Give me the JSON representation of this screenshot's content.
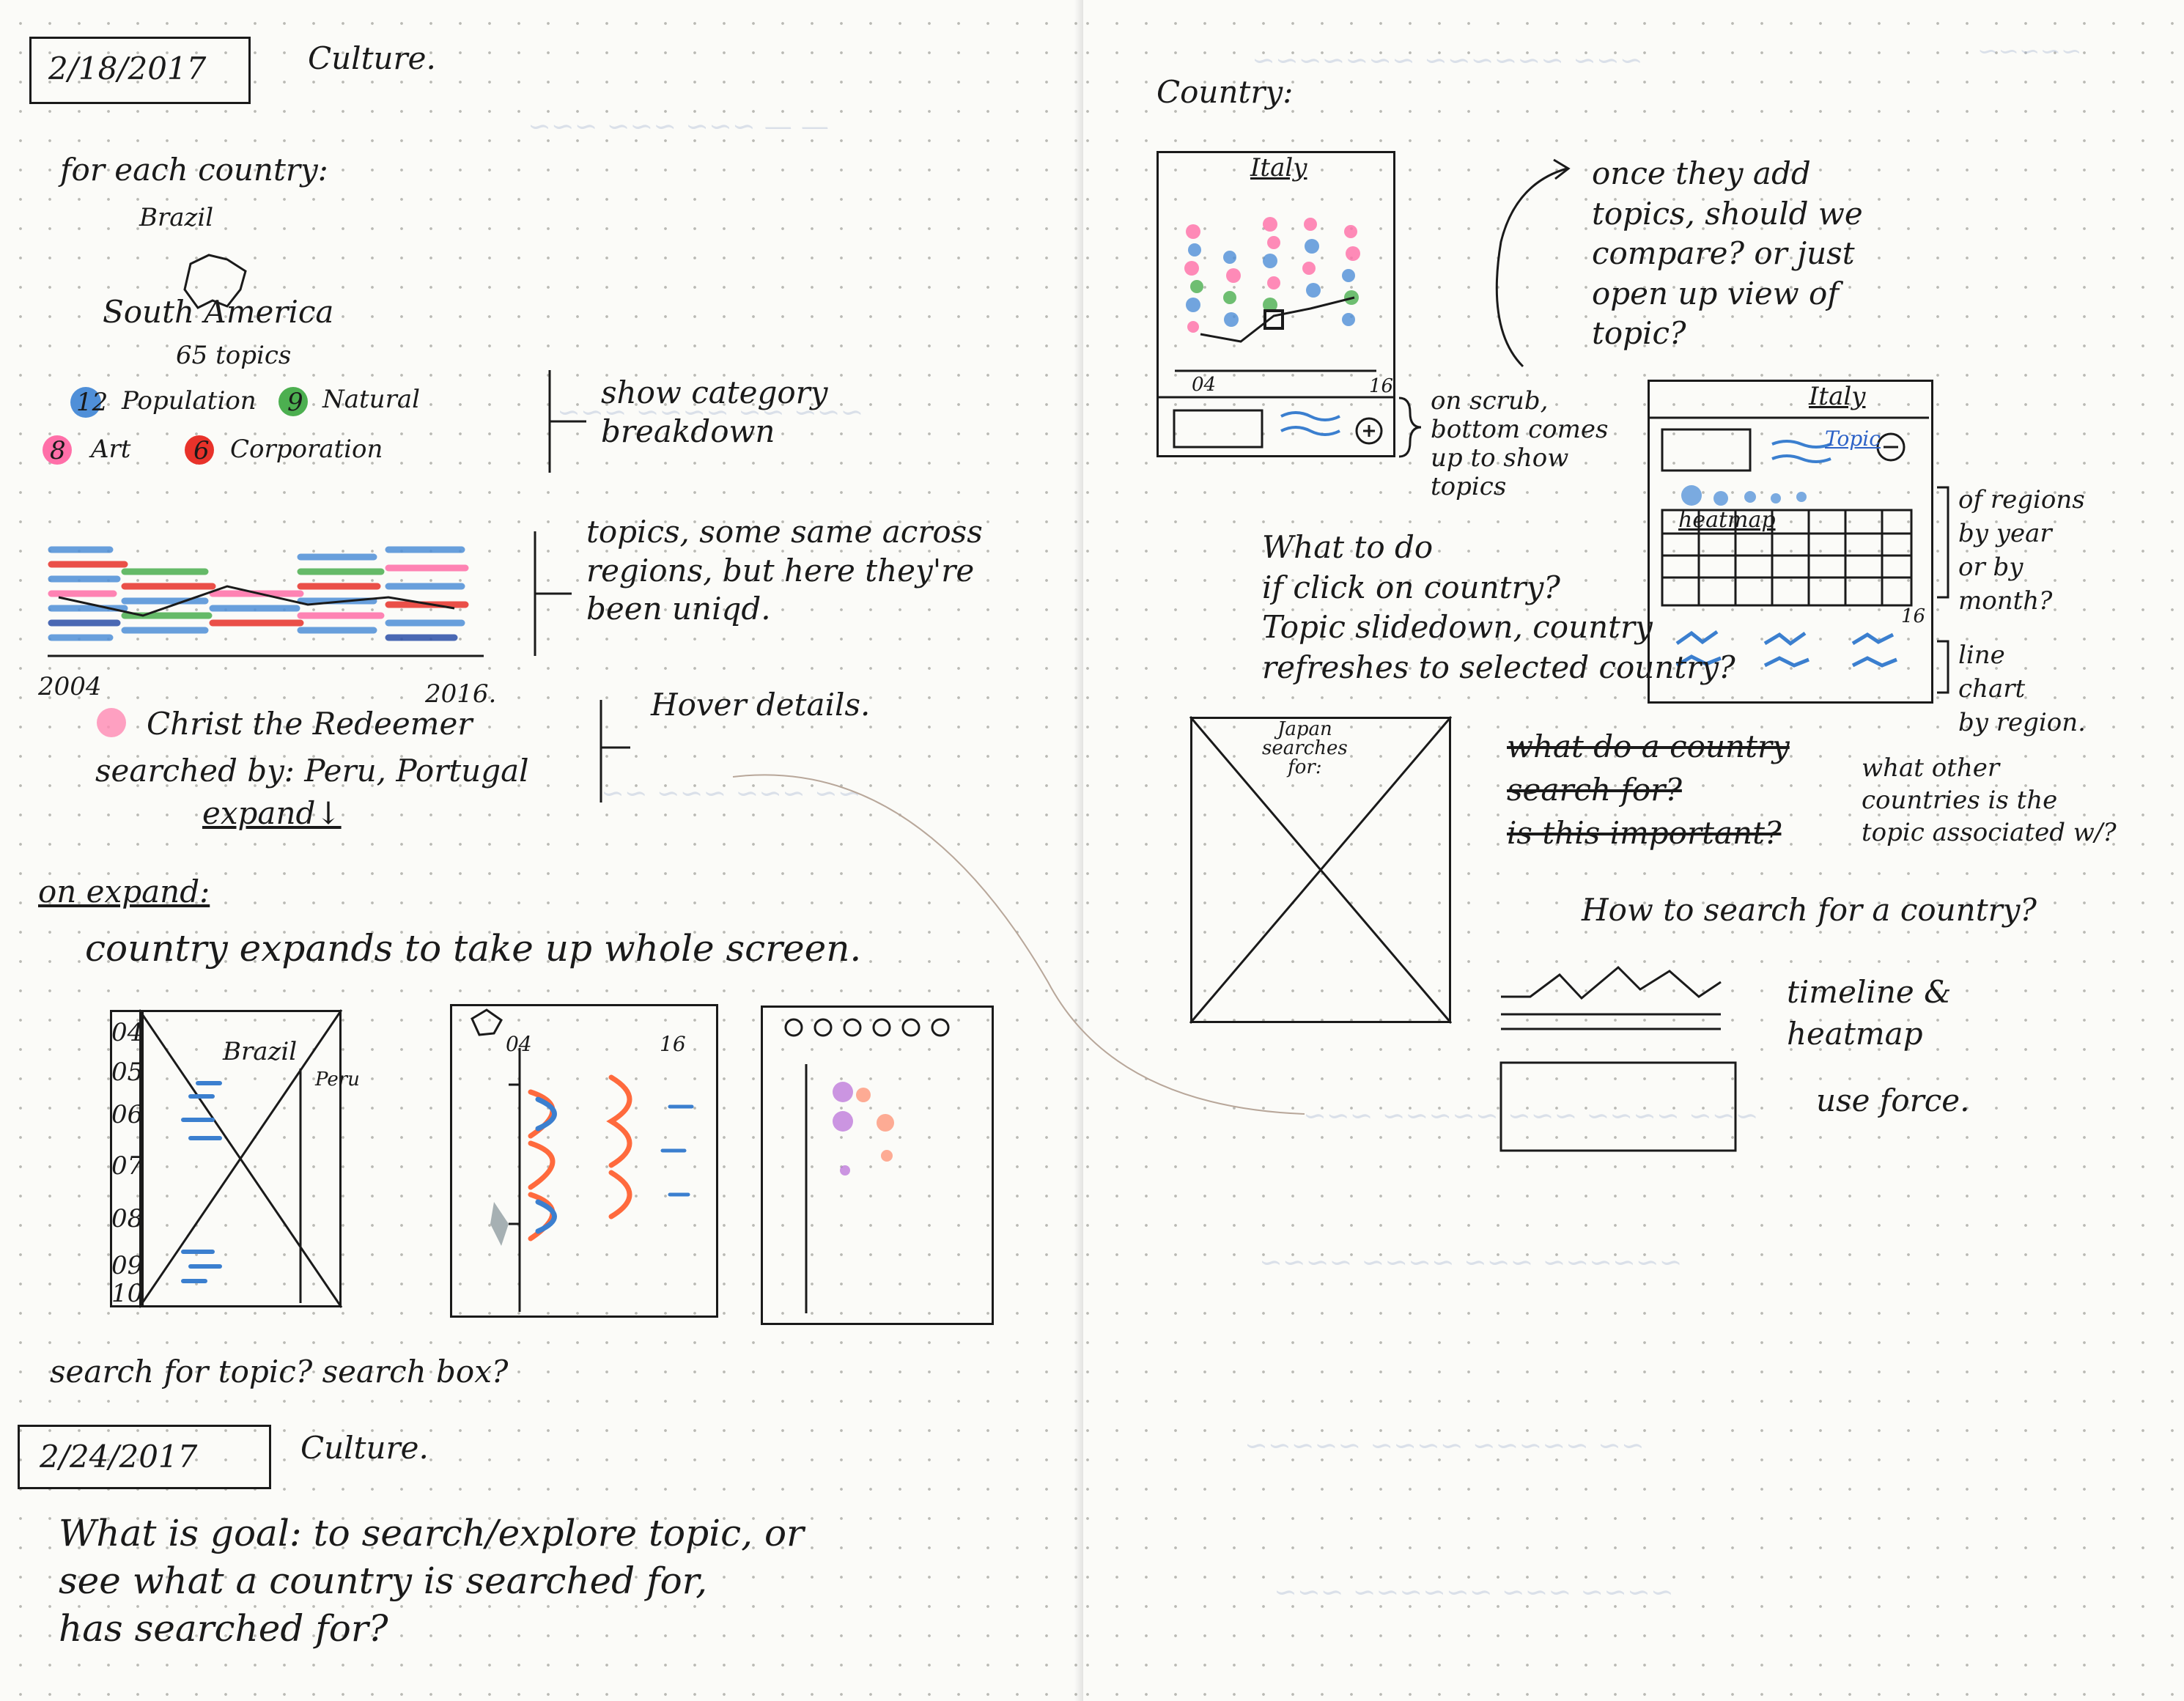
{
  "left_page": {
    "date_1": "2/18/2017",
    "heading_1": "Culture.",
    "for_each": "for each country:",
    "country_name": "Brazil",
    "region": "South America",
    "topic_count": "65 topics",
    "categories": [
      {
        "count": "12",
        "label": "Population",
        "color": "#4f8fd8"
      },
      {
        "count": "9",
        "label": "Natural",
        "color": "#4caf50"
      },
      {
        "count": "8",
        "label": "Art",
        "color": "#ff6fa8"
      },
      {
        "count": "6",
        "label": "Corporation",
        "color": "#e8322a"
      }
    ],
    "show_category": "show category\nbreakdown",
    "topics_note": "topics, some same across\nregions, but here they're\nbeen uniqd.",
    "timeline_start": "2004",
    "timeline_end": "2016.",
    "topic_title": "Christ the Redeemer",
    "searched_by": "searched by: Peru, Portugal",
    "expand_label": "expand↓",
    "hover_details": "Hover details.",
    "on_expand": "on expand:",
    "expand_desc": "country expands to take up whole screen.",
    "sketch_years": [
      "04",
      "05",
      "06",
      "07",
      "08",
      "09",
      "10"
    ],
    "sketch_brazil": "Brazil",
    "sketch_peru": "Peru",
    "sketch2_start": "04",
    "sketch2_end": "16",
    "search_note": "search for topic? search box?",
    "date_2": "2/24/2017",
    "heading_2": "Culture.",
    "goal_question": "What is goal: to search/explore topic, or\nsee what a country is searched for,\nhas searched for?"
  },
  "right_page": {
    "country_heading": "Country:",
    "frame_label": "Italy",
    "axis_start": "04",
    "axis_end": "16",
    "add_topics_note": "once they add\ntopics, should we\ncompare? or just\nopen up view of\ntopic?",
    "scrub_note": "on scrub,\nbottom comes\nup to show\ntopics",
    "heatmap_frame_label": "Italy",
    "topic_label": "Topic",
    "heatmap_label": "heatmap",
    "heatmap_axis_end": "16",
    "regions_note": "of regions\nby year\nor by\nmonth?",
    "line_chart_note": "line\nchart\nby region.",
    "click_question": "What to do\nif click on country?\nTopic slidedown, country\nrefreshes to selected country?",
    "japan_label": "Japan\nsearches\nfor:",
    "crossed_question": "what do a country\nsearch for?\nis this important?",
    "other_countries": "what other\ncountries is the\ntopic associated w/?",
    "how_to_search": "How to search for a country?",
    "timeline_heatmap": "timeline &\nheatmap",
    "use_force": "use force."
  }
}
